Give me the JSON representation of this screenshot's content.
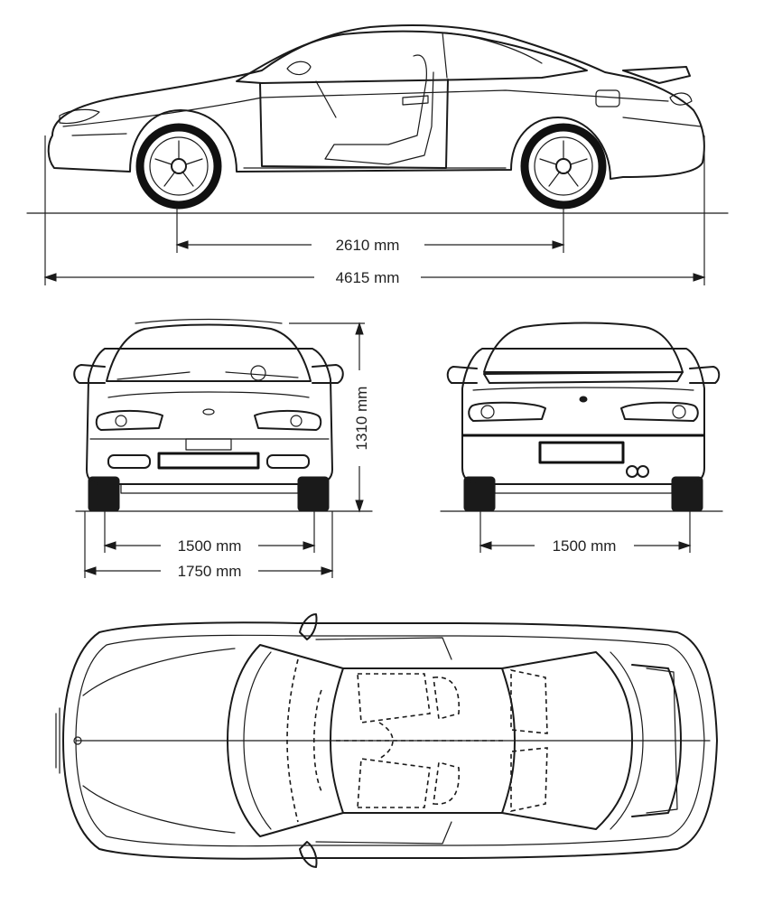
{
  "drawing": {
    "side_view": {
      "wheelbase_label": "2610 mm",
      "length_label": "4615 mm"
    },
    "front_view": {
      "height_label": "1310 mm",
      "track_label": "1500 mm",
      "width_label": "1750 mm"
    },
    "rear_view": {
      "track_label": "1500 mm"
    }
  }
}
